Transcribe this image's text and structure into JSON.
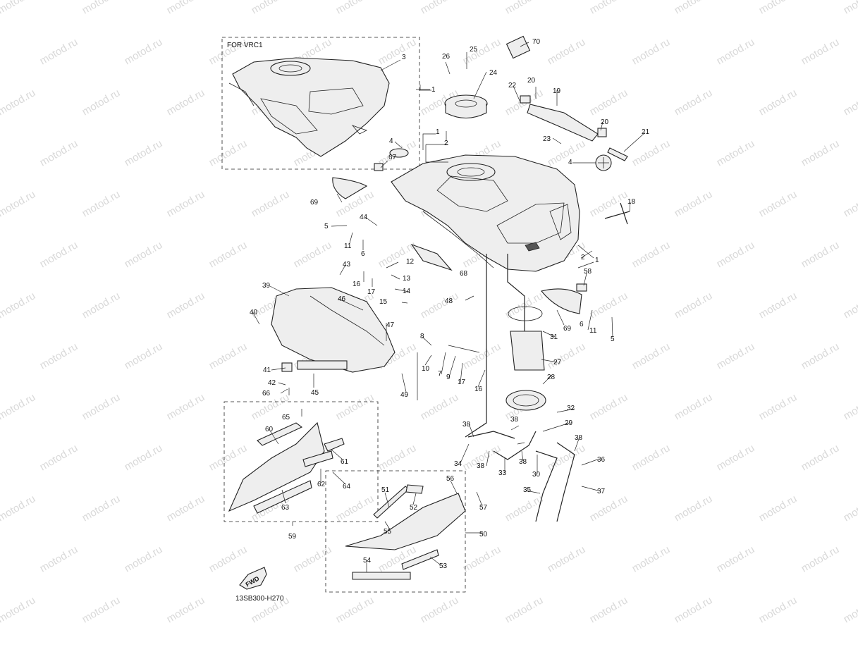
{
  "watermark": "motod.ru",
  "variant_label": "FOR VRC1",
  "diagram_code": "13SB300-H270",
  "fwd_label": "FWD",
  "callouts": [
    "1",
    "2",
    "3",
    "4",
    "5",
    "6",
    "7",
    "8",
    "9",
    "10",
    "11",
    "12",
    "13",
    "14",
    "15",
    "16",
    "17",
    "18",
    "19",
    "20",
    "21",
    "22",
    "23",
    "24",
    "25",
    "26",
    "27",
    "28",
    "29",
    "30",
    "31",
    "32",
    "33",
    "34",
    "35",
    "36",
    "37",
    "38",
    "39",
    "40",
    "41",
    "42",
    "43",
    "44",
    "45",
    "46",
    "47",
    "48",
    "49",
    "50",
    "51",
    "52",
    "53",
    "54",
    "55",
    "56",
    "57",
    "58",
    "59",
    "60",
    "61",
    "62",
    "63",
    "64",
    "65",
    "66",
    "67",
    "68",
    "69",
    "70"
  ]
}
